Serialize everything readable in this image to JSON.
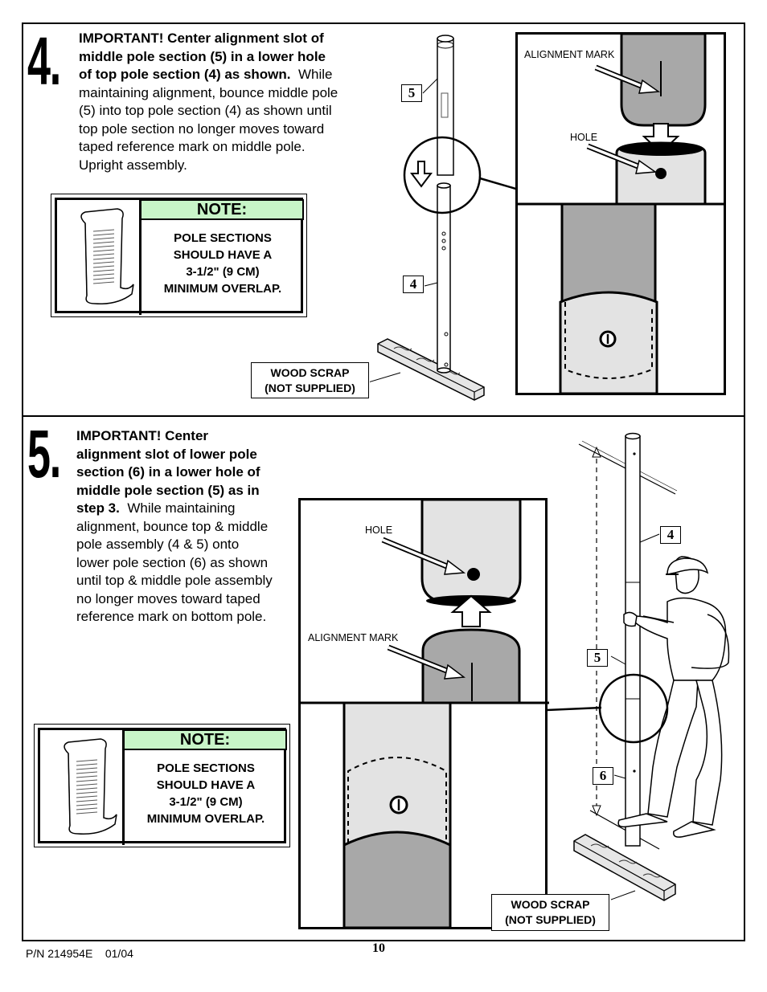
{
  "step4": {
    "number": "4.",
    "instr_bold_1": "IMPORTANT! Center alignment slot of",
    "instr_bold_2": "middle pole section (5) in a lower hole",
    "instr_bold_3": "of top pole section (4) as shown.",
    "instr_3_rest": "While",
    "instr_lines": [
      "maintaining alignment, bounce middle pole",
      "(5) into top pole section (4) as shown until",
      "top pole section no longer moves toward",
      "taped reference mark on middle pole.",
      "Upright assembly."
    ],
    "note_title": "NOTE:",
    "note_lines": [
      "POLE SECTIONS",
      "SHOULD HAVE A",
      "3-1/2\" (9 CM)",
      "MINIMUM OVERLAP."
    ],
    "wood_lines": [
      "WOOD SCRAP",
      "(NOT SUPPLIED)"
    ],
    "tag_top": "5",
    "tag_bottom": "4",
    "alignment_mark": "ALIGNMENT MARK",
    "hole": "HOLE"
  },
  "step5": {
    "number": "5.",
    "instr_bold_lines": [
      "IMPORTANT! Center",
      "alignment slot of lower pole",
      "section (6) in a lower hole of",
      "middle pole section (5) as in"
    ],
    "instr_bold_5": "step 3.",
    "instr_5_rest": "While maintaining",
    "instr_lines": [
      "alignment, bounce top & middle",
      "pole assembly (4 & 5) onto",
      "lower pole section (6) as shown",
      "until top & middle pole assembly",
      "no longer moves toward taped",
      "reference mark on bottom pole."
    ],
    "note_title": "NOTE:",
    "note_lines": [
      "POLE SECTIONS",
      "SHOULD HAVE A",
      "3-1/2\" (9 CM)",
      "MINIMUM OVERLAP."
    ],
    "wood_lines": [
      "WOOD SCRAP",
      "(NOT SUPPLIED)"
    ],
    "hole": "HOLE",
    "alignment_mark": "ALIGNMENT MARK",
    "tags": [
      "4",
      "5",
      "6"
    ]
  },
  "footer": {
    "part_number": "P/N 214954E",
    "date": "01/04",
    "page": "10"
  },
  "colors": {
    "note_header": "#c8f5c8",
    "pole_dark": "#a8a8a8",
    "pole_light": "#e3e3e3"
  }
}
